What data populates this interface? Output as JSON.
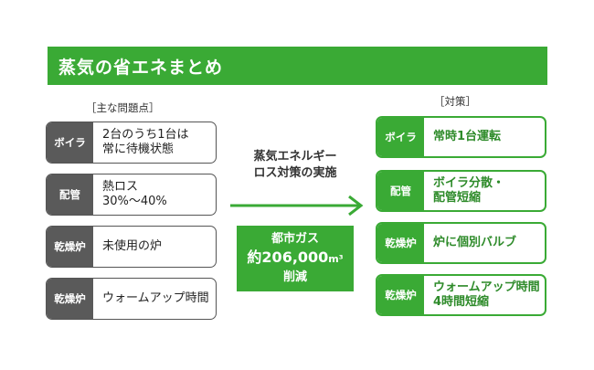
{
  "title": "蒸気の省エネまとめ",
  "problems": {
    "heading": "［主な問題点］",
    "items": [
      {
        "tag": "ボイラ",
        "text": "2台のうち1台は\n常に待機状態"
      },
      {
        "tag": "配管",
        "text": "熱ロス\n30%〜40%"
      },
      {
        "tag": "乾燥炉",
        "text": "未使用の炉"
      },
      {
        "tag": "乾燥炉",
        "text": "ウォームアップ時間"
      }
    ]
  },
  "center": {
    "caption": "蒸気エネルギー\nロス対策の実施",
    "gas_line1": "都市ガス",
    "gas_line2_prefix": "約",
    "gas_line2_value": "206,000",
    "gas_line2_unit": "m³",
    "gas_line3": "削減"
  },
  "measures": {
    "heading": "［対策］",
    "items": [
      {
        "tag": "ボイラ",
        "text": "常時1台運転"
      },
      {
        "tag": "配管",
        "text": "ボイラ分散・\n配管短縮"
      },
      {
        "tag": "乾燥炉",
        "text": "炉に個別バルブ"
      },
      {
        "tag": "乾燥炉",
        "text": "ウォームアップ時間\n4時間短縮"
      }
    ]
  },
  "colors": {
    "accent": "#3aaa35",
    "dark": "#5a5a5a"
  }
}
